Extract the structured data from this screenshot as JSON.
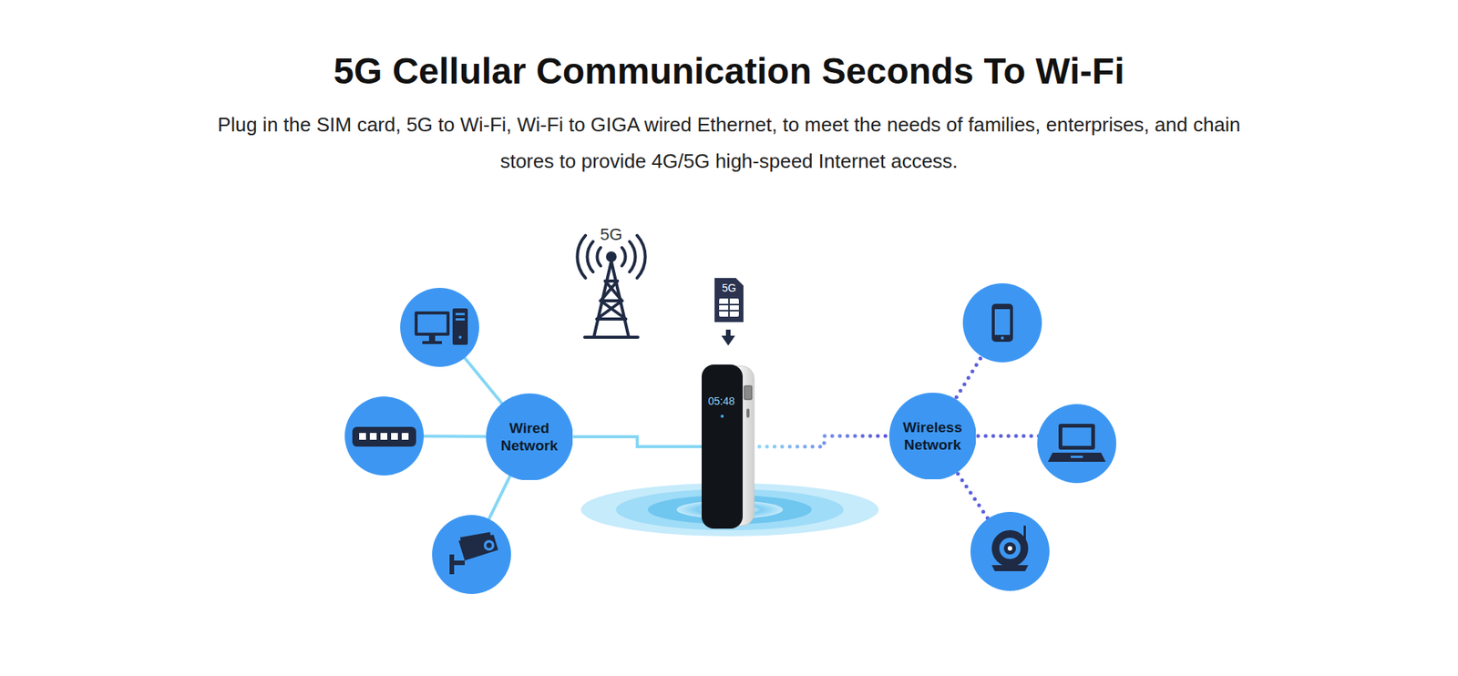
{
  "diagram": {
    "title": "5G Cellular Communication Seconds To Wi-Fi",
    "caption": "Plug in the SIM card, 5G to Wi-Fi, Wi-Fi to GIGA wired Ethernet, to meet the needs of families, enterprises, and chain stores to provide 4G/5G high-speed Internet access.",
    "nodes": [
      {
        "text": [
          "Wired Network"
        ]
      },
      {
        "text": [
          "05:48"
        ]
      },
      {
        "text": [
          "Wireless Network"
        ]
      }
    ],
    "edges": [
      {
        "from": 0,
        "to": 1,
        "arrow": "none"
      },
      {
        "from": 1,
        "to": 2,
        "arrow": "none"
      }
    ],
    "labels": [
      "5G",
      "5G"
    ]
  }
}
